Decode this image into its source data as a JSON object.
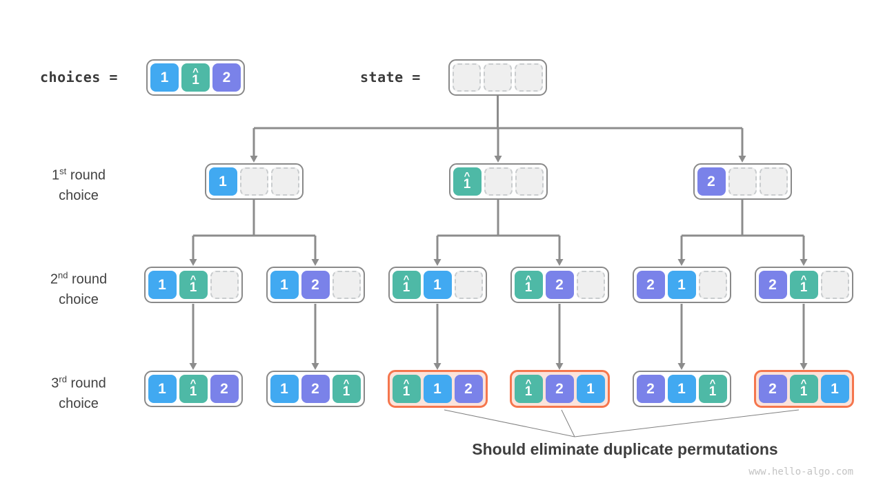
{
  "palette": {
    "blue": "#41A9F1",
    "teal": "#4EB9A6",
    "purple": "#7A82E9",
    "orange": "#F5764D",
    "orange_bg": "#FBE3DB",
    "node_border": "#898989",
    "connector": "#8C8C8C",
    "empty_bg": "#EFEFEF",
    "empty_border": "#C9CCCE",
    "text_dark": "#3E3E3E",
    "watermark": "#C3C3C3"
  },
  "header": {
    "choices_label": "choices =",
    "state_label": "state ="
  },
  "choices_cells": [
    "1",
    "1h",
    "2"
  ],
  "state_cells": [
    "",
    "",
    ""
  ],
  "row_labels": [
    {
      "ordinal": "1",
      "suffix": "st",
      "rest": " round",
      "line2": "choice"
    },
    {
      "ordinal": "2",
      "suffix": "nd",
      "rest": " round",
      "line2": "choice"
    },
    {
      "ordinal": "3",
      "suffix": "rd",
      "rest": " round",
      "line2": "choice"
    }
  ],
  "tree": {
    "round1": [
      {
        "cells": [
          "1",
          "",
          ""
        ]
      },
      {
        "cells": [
          "1h",
          "",
          ""
        ]
      },
      {
        "cells": [
          "2",
          "",
          ""
        ]
      }
    ],
    "round2": [
      {
        "cells": [
          "1",
          "1h",
          ""
        ]
      },
      {
        "cells": [
          "1",
          "2",
          ""
        ]
      },
      {
        "cells": [
          "1h",
          "1",
          ""
        ]
      },
      {
        "cells": [
          "1h",
          "2",
          ""
        ]
      },
      {
        "cells": [
          "2",
          "1",
          ""
        ]
      },
      {
        "cells": [
          "2",
          "1h",
          ""
        ]
      }
    ],
    "round3": [
      {
        "cells": [
          "1",
          "1h",
          "2"
        ],
        "duplicate": false
      },
      {
        "cells": [
          "1",
          "2",
          "1h"
        ],
        "duplicate": false
      },
      {
        "cells": [
          "1h",
          "1",
          "2"
        ],
        "duplicate": true
      },
      {
        "cells": [
          "1h",
          "2",
          "1"
        ],
        "duplicate": true
      },
      {
        "cells": [
          "2",
          "1",
          "1h"
        ],
        "duplicate": false
      },
      {
        "cells": [
          "2",
          "1h",
          "1"
        ],
        "duplicate": true
      }
    ]
  },
  "annotation": "Should eliminate duplicate permutations",
  "watermark": "www.hello-algo.com"
}
